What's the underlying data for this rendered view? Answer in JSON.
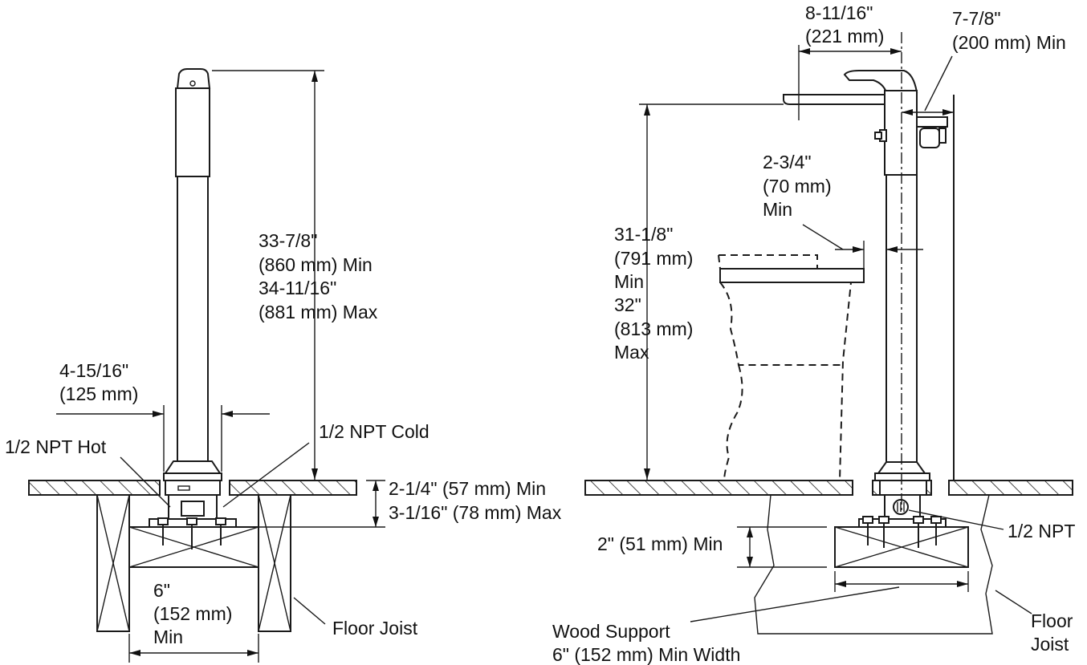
{
  "labels": {
    "left_height": [
      "33-7/8\"",
      "(860 mm) Min",
      "34-11/16\"",
      "(881 mm) Max"
    ],
    "left_width": [
      "4-15/16\"",
      "(125 mm)"
    ],
    "npt_hot": "1/2 NPT Hot",
    "npt_cold": "1/2 NPT Cold",
    "floor_thickness": [
      "2-1/4\" (57 mm) Min",
      "3-1/16\" (78 mm) Max"
    ],
    "joist_spacing": [
      "6\"",
      "(152 mm)",
      "Min"
    ],
    "floor_joist_left": "Floor Joist",
    "spout_reach": [
      "8-11/16\"",
      "(221 mm)"
    ],
    "wall_clearance": [
      "7-7/8\"",
      "(200 mm) Min"
    ],
    "tub_clearance": [
      "2-3/4\"",
      "(70 mm)",
      "Min"
    ],
    "right_height": [
      "31-1/8\"",
      "(791 mm)",
      "Min",
      "32\"",
      "(813 mm)",
      "Max"
    ],
    "npt_right": "1/2 NPT",
    "support_min": "2\" (51 mm) Min",
    "wood_support": [
      "Wood Support",
      "6\" (152 mm) Min Width"
    ],
    "floor_joist_right": [
      "Floor",
      "Joist"
    ]
  }
}
